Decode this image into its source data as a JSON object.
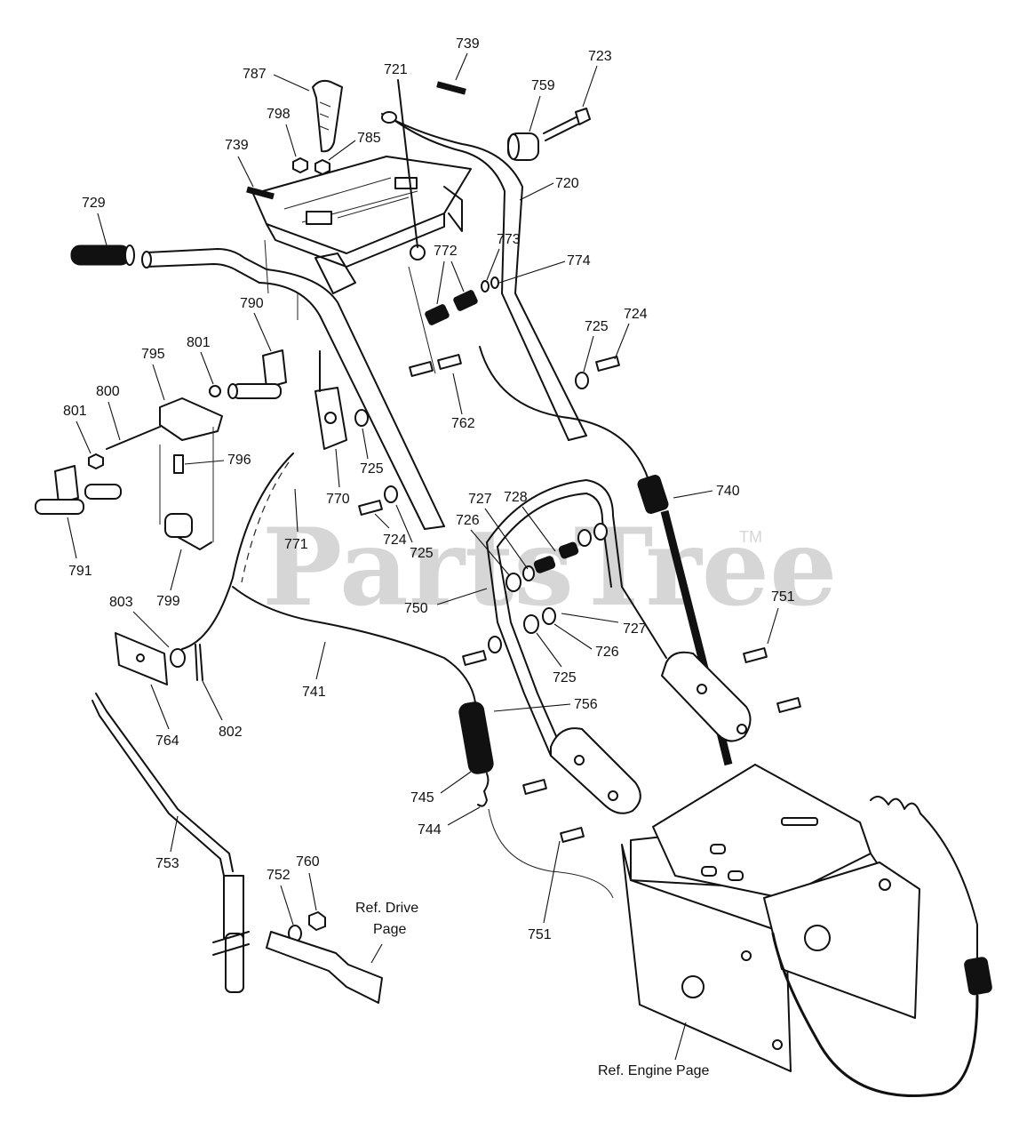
{
  "watermark": {
    "brand": "PartsTree",
    "tm": "TM"
  },
  "labels": [
    {
      "id": "739a",
      "text": "739"
    },
    {
      "id": "721",
      "text": "721"
    },
    {
      "id": "723",
      "text": "723"
    },
    {
      "id": "787",
      "text": "787"
    },
    {
      "id": "759",
      "text": "759"
    },
    {
      "id": "798",
      "text": "798"
    },
    {
      "id": "785",
      "text": "785"
    },
    {
      "id": "739b",
      "text": "739"
    },
    {
      "id": "720",
      "text": "720"
    },
    {
      "id": "729",
      "text": "729"
    },
    {
      "id": "773",
      "text": "773"
    },
    {
      "id": "772",
      "text": "772"
    },
    {
      "id": "774",
      "text": "774"
    },
    {
      "id": "790",
      "text": "790"
    },
    {
      "id": "724a",
      "text": "724"
    },
    {
      "id": "725a",
      "text": "725"
    },
    {
      "id": "801a",
      "text": "801"
    },
    {
      "id": "795",
      "text": "795"
    },
    {
      "id": "800",
      "text": "800"
    },
    {
      "id": "762",
      "text": "762"
    },
    {
      "id": "801b",
      "text": "801"
    },
    {
      "id": "796",
      "text": "796"
    },
    {
      "id": "725b",
      "text": "725"
    },
    {
      "id": "740",
      "text": "740"
    },
    {
      "id": "770",
      "text": "770"
    },
    {
      "id": "727a",
      "text": "727"
    },
    {
      "id": "728",
      "text": "728"
    },
    {
      "id": "726a",
      "text": "726"
    },
    {
      "id": "771",
      "text": "771"
    },
    {
      "id": "724b",
      "text": "724"
    },
    {
      "id": "725c",
      "text": "725"
    },
    {
      "id": "791",
      "text": "791"
    },
    {
      "id": "750",
      "text": "750"
    },
    {
      "id": "799",
      "text": "799"
    },
    {
      "id": "751a",
      "text": "751"
    },
    {
      "id": "803",
      "text": "803"
    },
    {
      "id": "727b",
      "text": "727"
    },
    {
      "id": "726b",
      "text": "726"
    },
    {
      "id": "725d",
      "text": "725"
    },
    {
      "id": "741",
      "text": "741"
    },
    {
      "id": "756",
      "text": "756"
    },
    {
      "id": "764",
      "text": "764"
    },
    {
      "id": "802",
      "text": "802"
    },
    {
      "id": "745",
      "text": "745"
    },
    {
      "id": "744",
      "text": "744"
    },
    {
      "id": "753",
      "text": "753"
    },
    {
      "id": "760",
      "text": "760"
    },
    {
      "id": "752",
      "text": "752"
    },
    {
      "id": "751b",
      "text": "751"
    },
    {
      "id": "ref-engine",
      "text": "Ref. Engine Page"
    }
  ],
  "ref_drive": {
    "line1": "Ref. Drive",
    "line2": "Page"
  }
}
